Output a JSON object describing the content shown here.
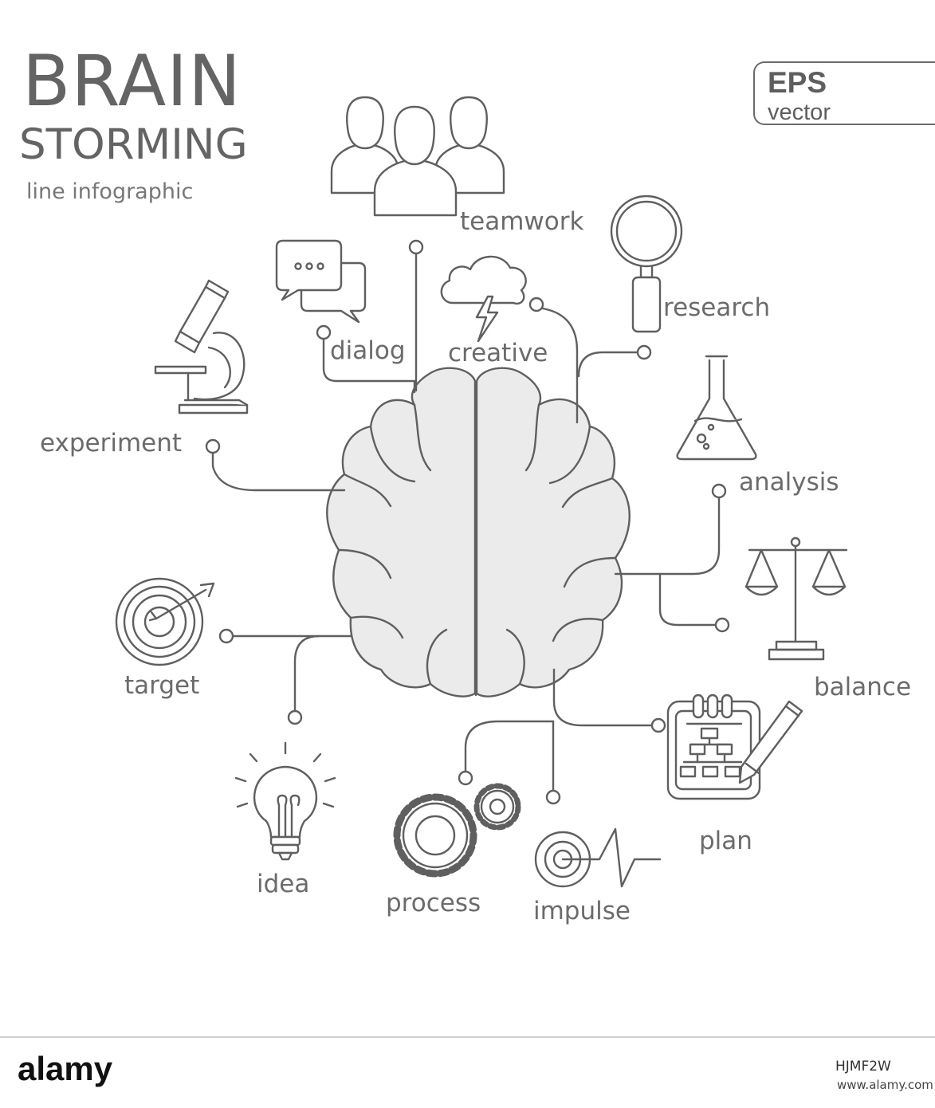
{
  "header": {
    "title_line1": "BRAIN",
    "title_line2": "STORMING",
    "subtitle": "line infographic"
  },
  "badge": {
    "line1": "EPS",
    "line2": "vector"
  },
  "labels": {
    "teamwork": "teamwork",
    "research": "research",
    "dialog": "dialog",
    "creative": "creative",
    "experiment": "experiment",
    "analysis": "analysis",
    "balance": "balance",
    "target": "target",
    "plan": "plan",
    "idea": "idea",
    "process": "process",
    "impulse": "impulse"
  },
  "footer": {
    "brand": "alamy",
    "image_id": "HJMF2W",
    "url": "www.alamy.com"
  },
  "colors": {
    "line": "#5f5f5f",
    "brain_fill": "#ebebeb",
    "text": "#6b6b6b"
  },
  "icons": [
    "people-icon",
    "magnifier-icon",
    "chat-bubbles-icon",
    "cloud-lightning-icon",
    "microscope-icon",
    "flask-icon",
    "scales-icon",
    "target-icon",
    "clipboard-pencil-icon",
    "lightbulb-icon",
    "gears-icon",
    "impulse-icon",
    "brain-icon"
  ]
}
